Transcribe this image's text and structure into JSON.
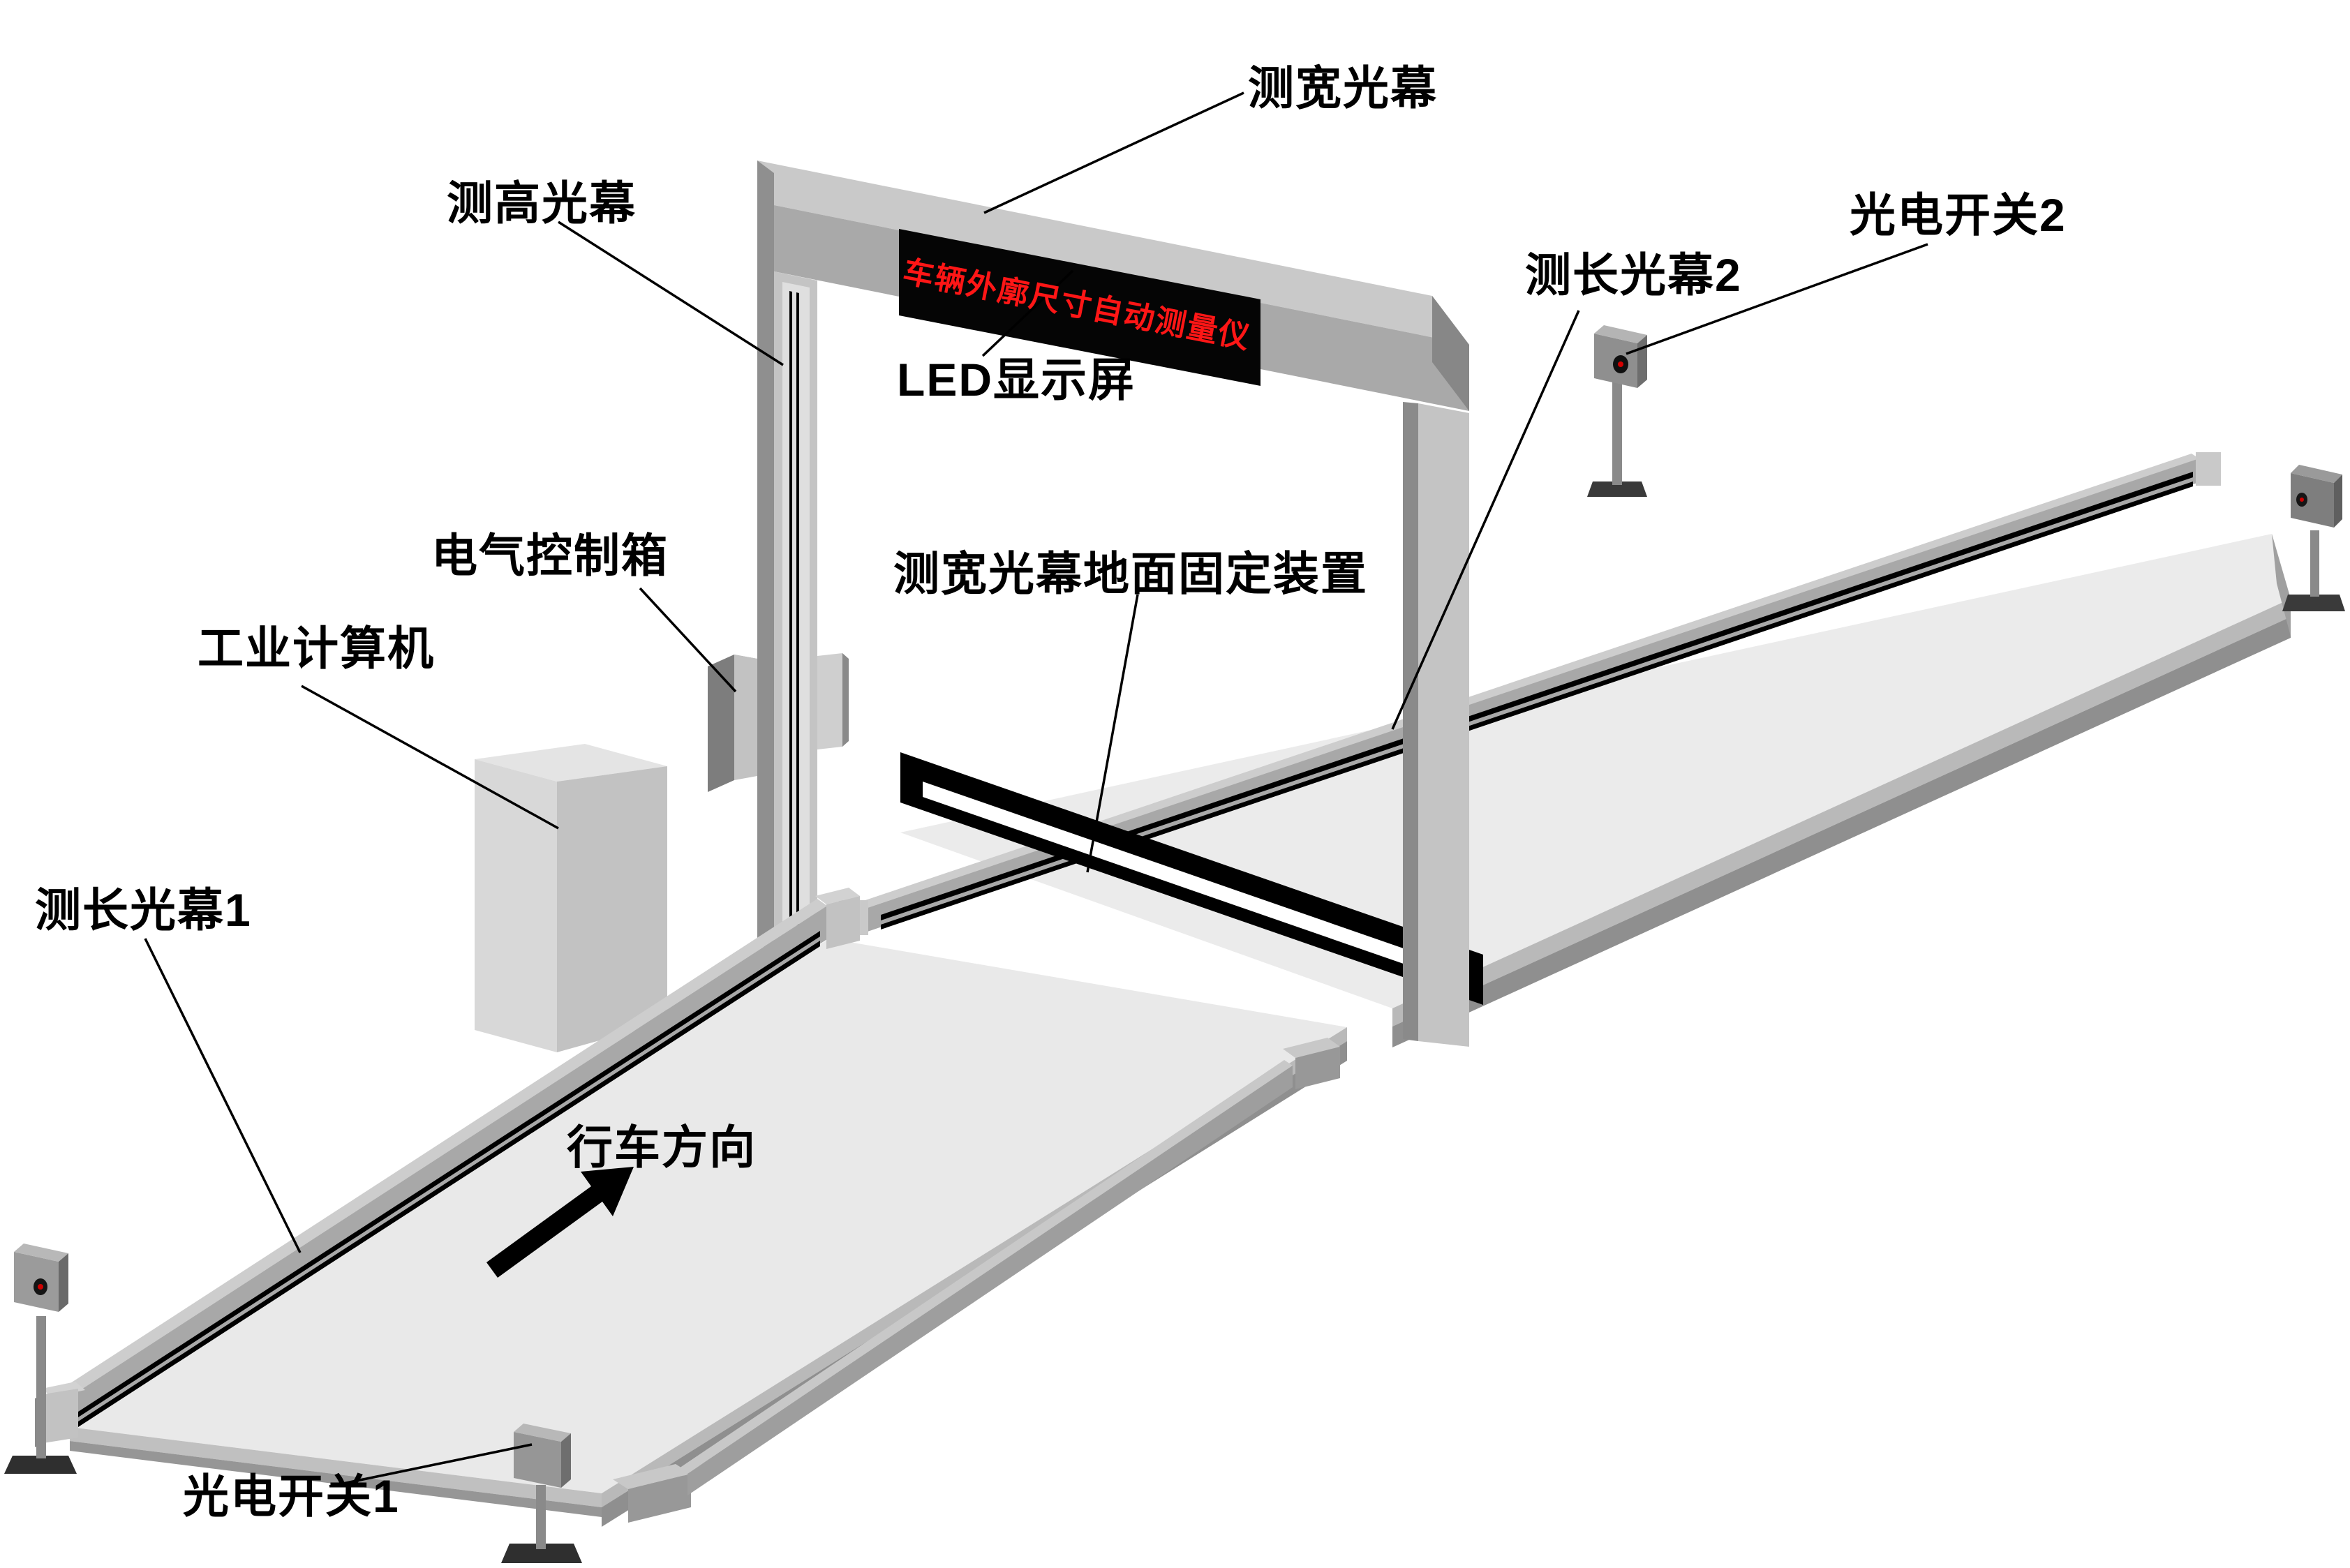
{
  "diagram": {
    "led_text": "车辆外廓尺寸自动测量仪",
    "labels": {
      "width_curtain": "测宽光幕",
      "height_curtain": "测高光幕",
      "led_display": "LED显示屏",
      "length_curtain_2": "测长光幕2",
      "photo_switch_2": "光电开关2",
      "electric_control_box": "电气控制箱",
      "industrial_computer": "工业计算机",
      "ground_fixture": "测宽光幕地面固定装置",
      "length_curtain_1": "测长光幕1",
      "driving_direction": "行车方向",
      "photo_switch_1": "光电开关1"
    },
    "colors": {
      "led_text_red": "#ff1616",
      "led_panel_black": "#050505",
      "structure_gray": "#c4c4c4",
      "road_gray": "#e9e9e9",
      "stripe_black": "#000000",
      "background": "#ffffff"
    }
  }
}
